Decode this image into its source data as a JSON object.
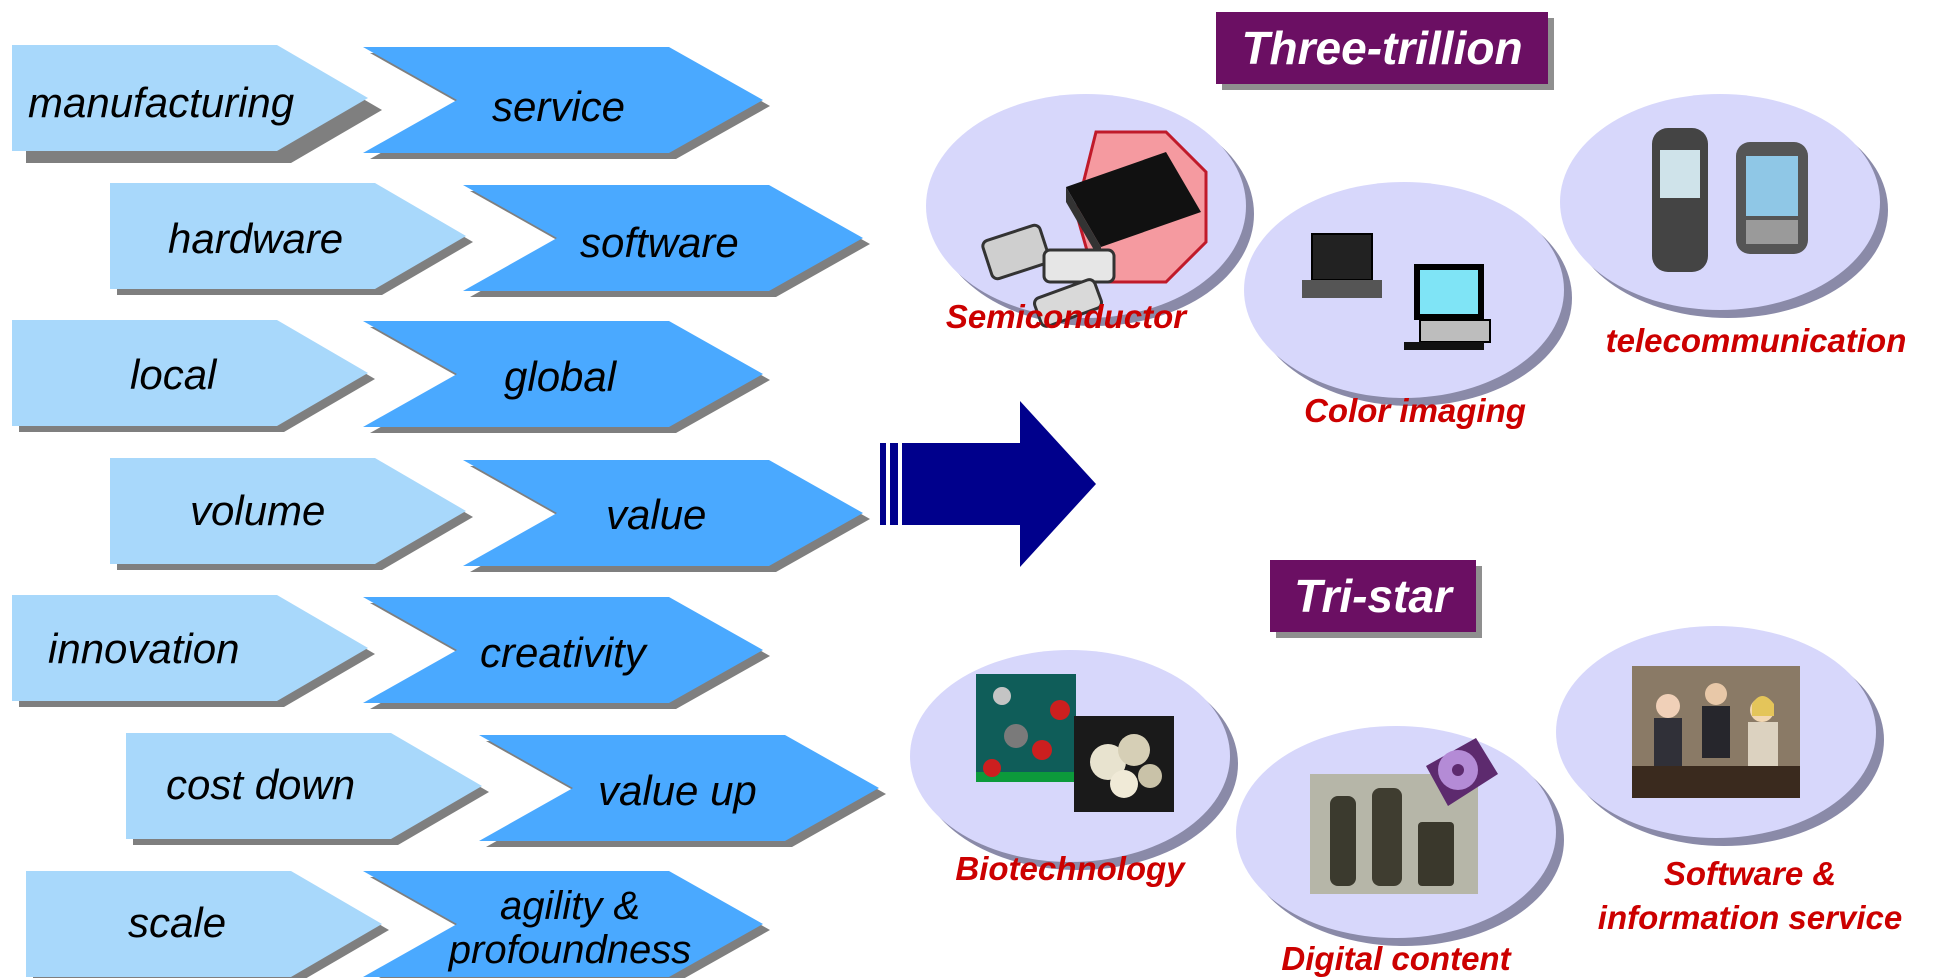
{
  "shifts": [
    {
      "from": "manufacturing",
      "to": "service"
    },
    {
      "from": "hardware",
      "to": "software"
    },
    {
      "from": "local",
      "to": "global"
    },
    {
      "from": "volume",
      "to": "value"
    },
    {
      "from": "innovation",
      "to": "creativity"
    },
    {
      "from": "cost down",
      "to": "value up"
    },
    {
      "from": "scale",
      "to": "agility & profoundness"
    }
  ],
  "groups": {
    "three_trillion": {
      "title": "Three-trillion",
      "items": [
        {
          "caption": "Semiconductor",
          "icon": "chip-icon"
        },
        {
          "caption": "Color imaging",
          "icon": "computer-icon"
        },
        {
          "caption": "telecommunication",
          "icon": "mobile-phone-icon"
        }
      ]
    },
    "tri_star": {
      "title": "Tri-star",
      "items": [
        {
          "caption": "Biotechnology",
          "icon": "molecule-icon"
        },
        {
          "caption": "Digital content",
          "icon": "artifacts-icon"
        },
        {
          "caption": "Software & information service",
          "icon": "business-meeting-icon"
        }
      ]
    }
  },
  "colors": {
    "chevron_light": "#a8d8fb",
    "chevron_dark": "#4aa9ff",
    "arrow": "#00008c",
    "banner": "#6b0f63",
    "caption": "#cc0000",
    "oval": "#d7d7fb"
  }
}
